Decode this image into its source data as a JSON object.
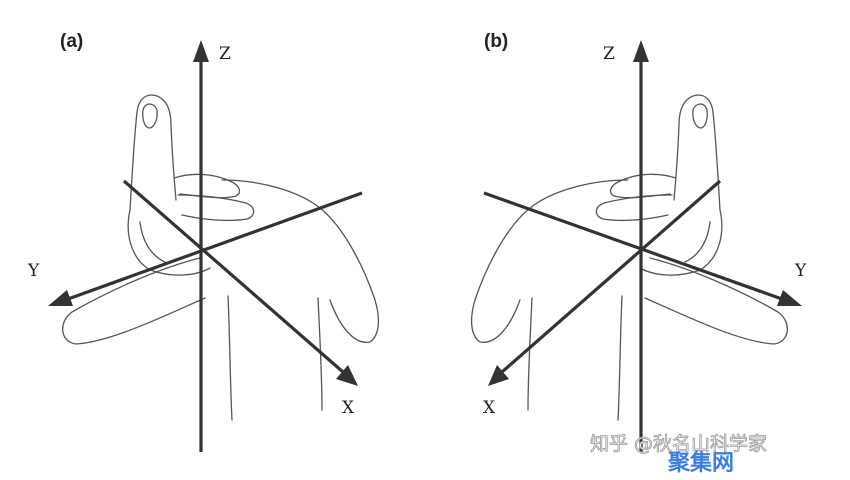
{
  "panels": {
    "a": {
      "label": "(a)",
      "z_label": "Z",
      "y_label": "Y",
      "x_label": "X"
    },
    "b": {
      "label": "(b)",
      "z_label": "Z",
      "y_label": "Y",
      "x_label": "X"
    }
  },
  "watermark": {
    "text": "知乎 @秋名山科学家",
    "brand": "聚集网"
  },
  "colors": {
    "axis": "#333333",
    "outline": "#555555",
    "brand": "#3b7fe0"
  }
}
